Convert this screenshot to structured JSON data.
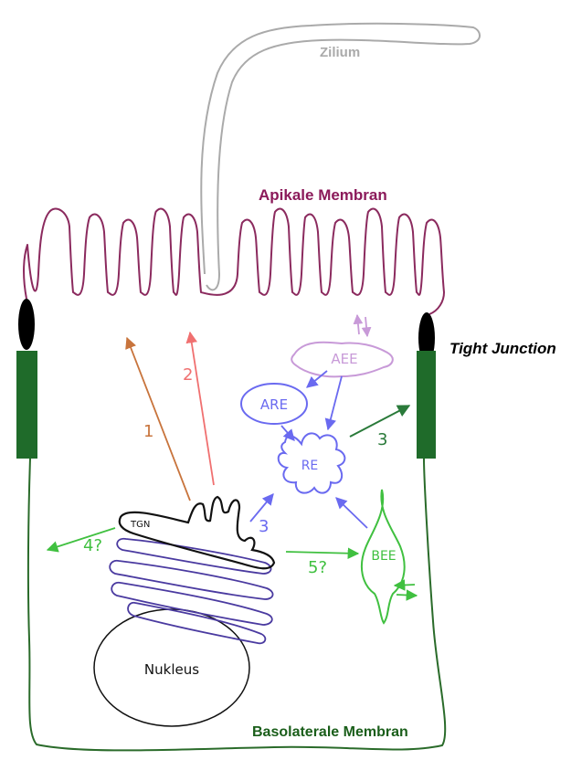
{
  "labels": {
    "cilium": "Zilium",
    "apical_membrane": "Apikale Membran",
    "tight_junction": "Tight Junction",
    "basolateral_membrane": "Basolaterale Membran",
    "nucleus": "Nukleus",
    "tgn": "TGN",
    "aee": "AEE",
    "are": "ARE",
    "re": "RE",
    "bee": "BEE"
  },
  "routes": {
    "route_1": "1",
    "route_2": "2",
    "route_3_junction": "3",
    "route_3_golgi": "3",
    "route_4": "4?",
    "route_5": "5?"
  },
  "colors": {
    "cilium": "#aaaaaa",
    "apical": "#8b2a5e",
    "apical_label": "#8b1a5a",
    "tight_junction": "#000000",
    "junction_band": "#1f6b2a",
    "basolateral": "#2a6b2a",
    "basolateral_label": "#1a5e1a",
    "route_1": "#c8743c",
    "route_2": "#f07070",
    "route_blue": "#6a6af0",
    "aee": "#c89ad8",
    "route_green_dark": "#2a7a3a",
    "route_green_light": "#40c040",
    "golgi": "#4a3aa0",
    "outline": "#111111"
  }
}
